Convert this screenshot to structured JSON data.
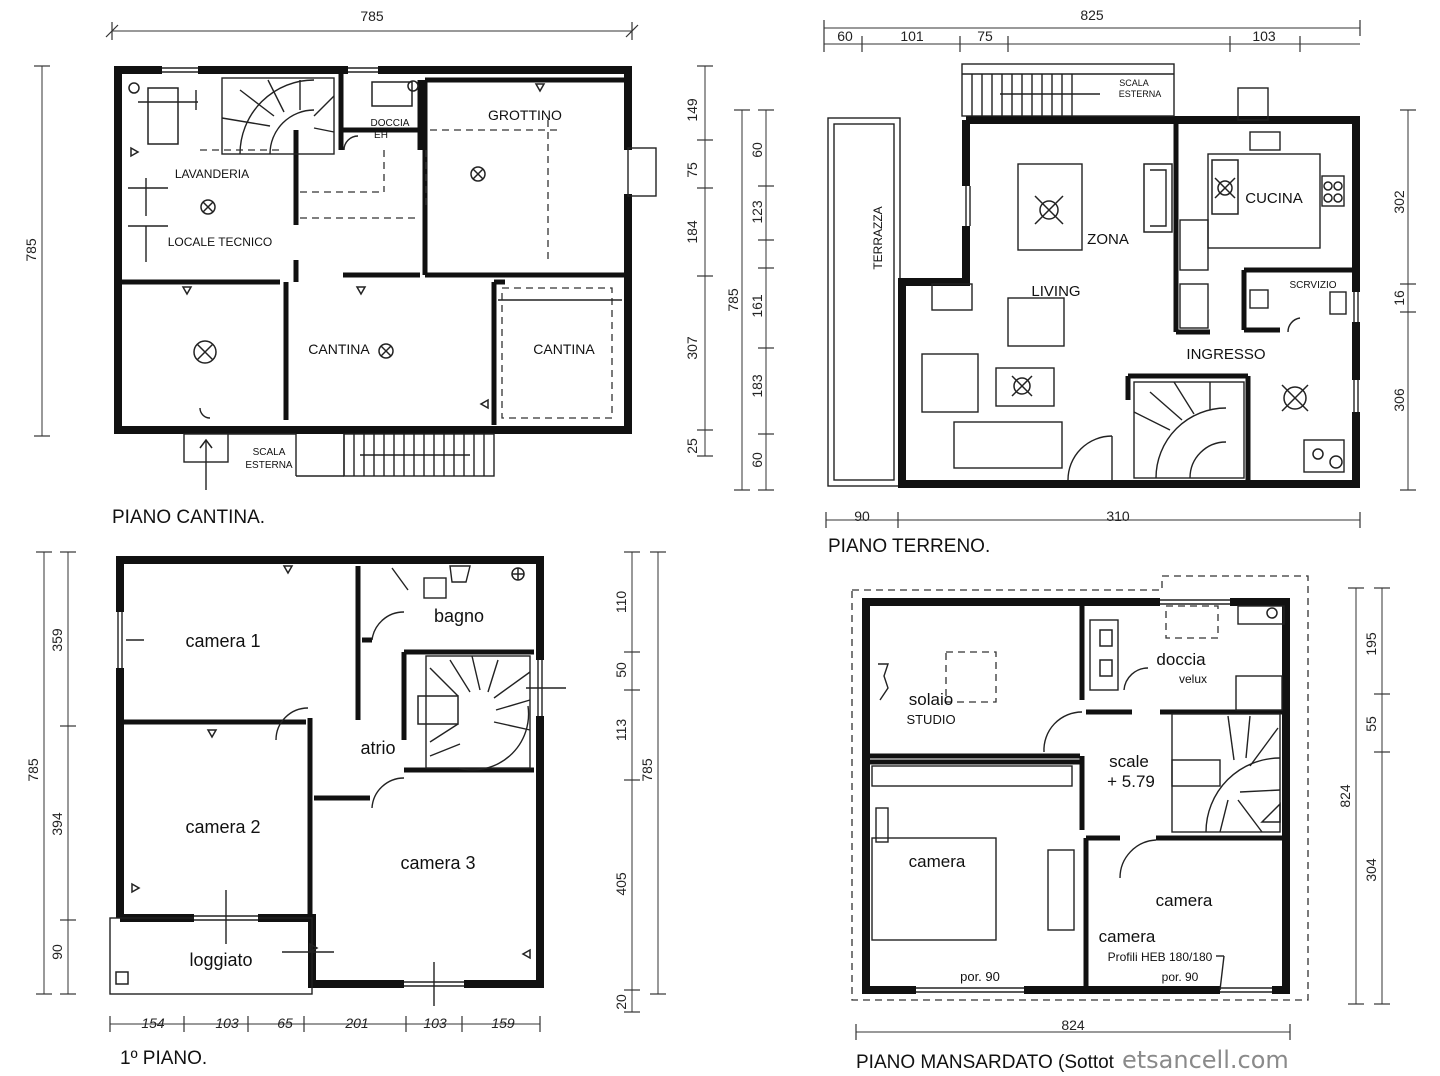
{
  "plans": {
    "cantina": {
      "title": "PIANO CANTINA.",
      "top_dim": "785",
      "left_dim": "785",
      "right_dims": [
        "149",
        "75",
        "184",
        "307",
        "25"
      ],
      "rooms": {
        "grottino": "GROTTINO",
        "doccia": "DOCCIA",
        "eh": "EH",
        "lavanderia": "LAVANDERIA",
        "locale_tecnico": "LOCALE TECNICO",
        "cantina_center": "CANTINA",
        "cantina_right": "CANTINA"
      },
      "scala_line1": "SCALA",
      "scala_line2": "ESTERNA"
    },
    "terreno": {
      "title": "PIANO TERRENO.",
      "top_dim": "825",
      "top_sub_dims": [
        "60",
        "101",
        "75",
        "103"
      ],
      "left_dims": [
        "60",
        "123",
        "161",
        "183",
        "60"
      ],
      "left_total": "785",
      "right_dims": [
        "302",
        "16",
        "306"
      ],
      "bottom_dims": [
        "90",
        "310"
      ],
      "rooms": {
        "terrazza": "TERRAZZA",
        "zona": "ZONA",
        "living": "LIVING",
        "cucina": "CUCINA",
        "scrvizio": "SCRVIZIO",
        "ingresso": "INGRESSO"
      },
      "scala_line1": "SCALA",
      "scala_line2": "ESTERNA"
    },
    "primo": {
      "title": "1º PIANO.",
      "left_dims": [
        "359",
        "394",
        "90"
      ],
      "left_total": "785",
      "right_dims": [
        "110",
        "50",
        "113",
        "405",
        "20"
      ],
      "right_total": "785",
      "bottom_dims": [
        "154",
        "103",
        "65",
        "201",
        "103",
        "159"
      ],
      "rooms": {
        "camera1": "camera 1",
        "camera2": "camera 2",
        "camera3": "camera 3",
        "bagno": "bagno",
        "atrio": "atrio",
        "loggiato": "loggiato"
      }
    },
    "mansardato": {
      "title": "PIANO MANSARDATO (Sottot",
      "watermark": "etsancell.com",
      "bottom_dim": "824",
      "right_dims": [
        "195",
        "55",
        "304"
      ],
      "right_total": "824",
      "rooms": {
        "solaio": "solaio",
        "studio": "STUDIO",
        "doccia": "doccia",
        "velux": "velux",
        "scale": "scale",
        "scale_level": "+ 5.79",
        "camera_left": "camera",
        "camera_right": "camera",
        "camera_small": "camera",
        "profili": "Profili HEB 180/180",
        "por90": "por. 90",
        "por90b": "por. 90"
      }
    }
  }
}
